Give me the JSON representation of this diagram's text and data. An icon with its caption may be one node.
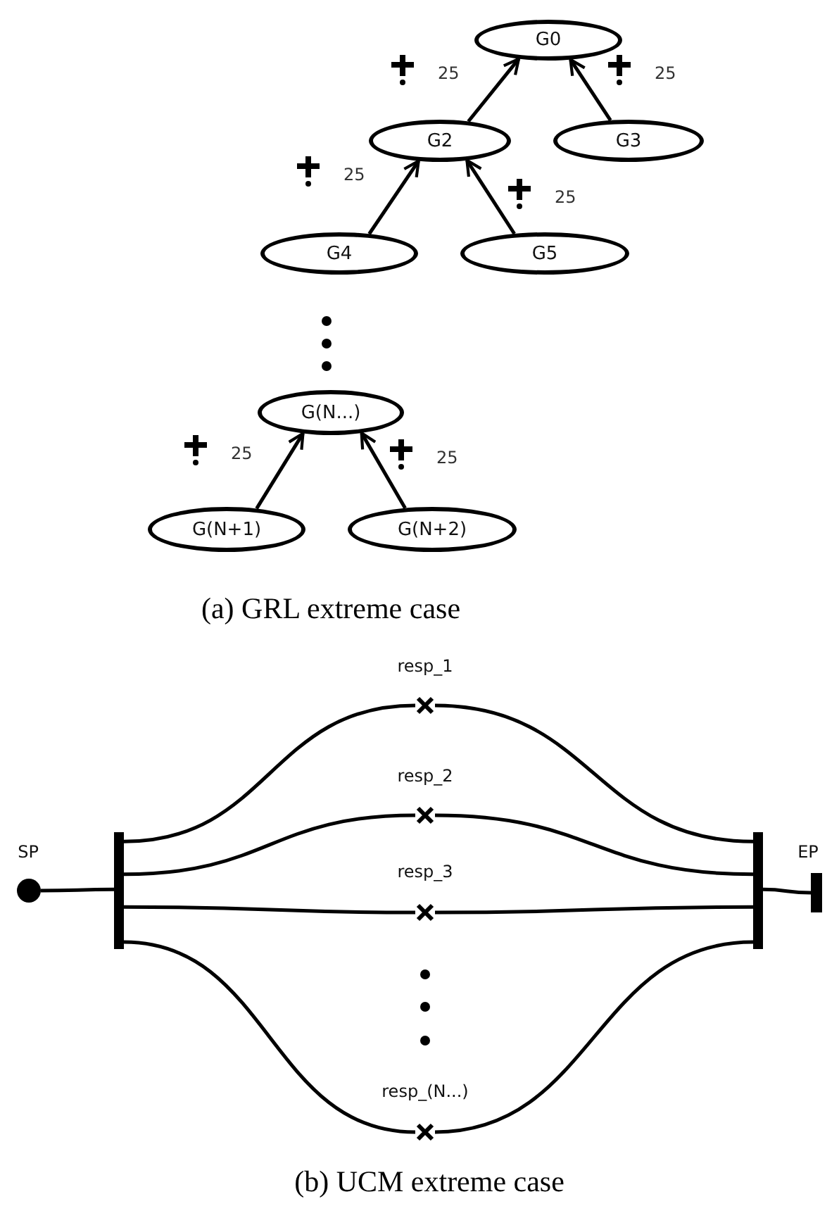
{
  "diagram": {
    "nodes": [
      {
        "text": [
          "G0"
        ]
      },
      {
        "text": [
          "G2"
        ]
      },
      {
        "text": [
          "G3"
        ]
      },
      {
        "text": [
          "G4"
        ]
      },
      {
        "text": [
          "G5"
        ]
      },
      {
        "text": [
          "G(N...)"
        ]
      },
      {
        "text": [
          "G(N+1)"
        ]
      },
      {
        "text": [
          "G(N+2)"
        ]
      },
      {
        "text": [],
        "shape": "circle",
        "beside": [
          "SP"
        ]
      },
      {
        "text": [],
        "shape": "bar"
      },
      {
        "text": [],
        "shape": "cross",
        "beside": [
          "resp_1"
        ]
      },
      {
        "text": [],
        "shape": "cross",
        "beside": [
          "resp_2"
        ]
      },
      {
        "text": [],
        "shape": "cross",
        "beside": [
          "resp_3"
        ]
      },
      {
        "text": [],
        "shape": "cross",
        "beside": [
          "resp_(N...)"
        ]
      },
      {
        "text": [],
        "shape": "bar"
      },
      {
        "text": [],
        "shape": "bar",
        "beside": [
          "EP"
        ]
      }
    ],
    "edges": [
      {
        "from": 1,
        "to": 0,
        "arrow": "to",
        "label": "25"
      },
      {
        "from": 2,
        "to": 0,
        "arrow": "to",
        "label": "25"
      },
      {
        "from": 3,
        "to": 1,
        "arrow": "to",
        "label": "25"
      },
      {
        "from": 4,
        "to": 1,
        "arrow": "to",
        "label": "25"
      },
      {
        "from": 6,
        "to": 5,
        "arrow": "to",
        "label": "25"
      },
      {
        "from": 7,
        "to": 5,
        "arrow": "to",
        "label": "25"
      },
      {
        "from": 8,
        "to": 9,
        "arrow": "none"
      },
      {
        "from": 9,
        "to": 10,
        "arrow": "none"
      },
      {
        "from": 9,
        "to": 11,
        "arrow": "none"
      },
      {
        "from": 9,
        "to": 12,
        "arrow": "none"
      },
      {
        "from": 9,
        "to": 13,
        "arrow": "none"
      },
      {
        "from": 10,
        "to": 14,
        "arrow": "none"
      },
      {
        "from": 11,
        "to": 14,
        "arrow": "none"
      },
      {
        "from": 12,
        "to": 14,
        "arrow": "none"
      },
      {
        "from": 13,
        "to": 14,
        "arrow": "none"
      },
      {
        "from": 14,
        "to": 15,
        "arrow": "none"
      }
    ],
    "labels": [
      "(a) GRL extreme case",
      "(b) UCM extreme case"
    ]
  }
}
